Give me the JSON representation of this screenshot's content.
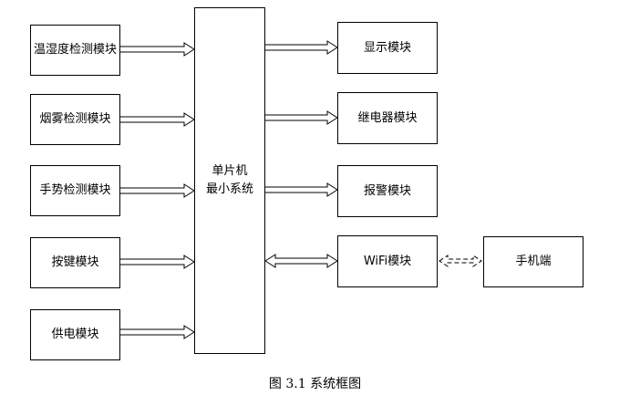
{
  "left_modules": [
    "温湿度检测模块",
    "烟雾检测模块",
    "手势检测模块",
    "按键模块",
    "供电模块"
  ],
  "mcu": {
    "line1": "单片机",
    "line2": "最小系统"
  },
  "right_modules": [
    "显示模块",
    "继电器模块",
    "报警模块",
    "WiFi模块"
  ],
  "phone": "手机端",
  "caption": "图 3.1  系统框图"
}
